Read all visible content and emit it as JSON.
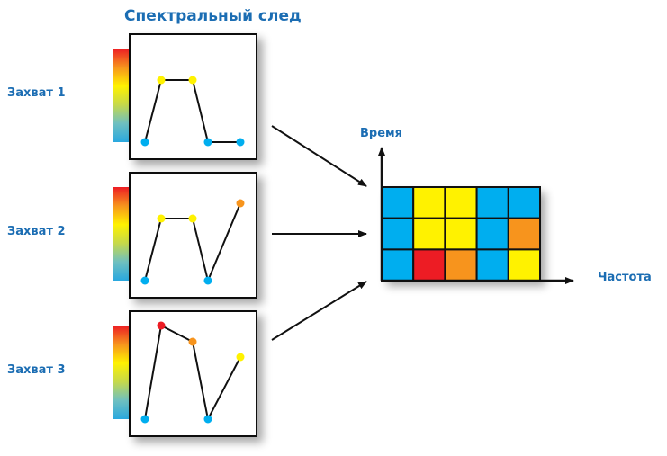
{
  "title": "Спектральный след",
  "axes": {
    "time_label": "Время",
    "frequency_label": "Частота"
  },
  "level_colors": {
    "0": "#00aeef",
    "2": "#fff200",
    "3": "#f7941d",
    "4": "#ed1c24"
  },
  "colorbar": [
    "#ed1c24",
    "#f7941d",
    "#fff200",
    "#c6d94a",
    "#6fc0c0",
    "#29a8df"
  ],
  "captures": [
    {
      "label": "Захват 1",
      "levels": [
        0,
        2,
        2,
        0,
        0
      ]
    },
    {
      "label": "Захват 2",
      "levels": [
        0,
        2,
        2,
        0,
        3
      ]
    },
    {
      "label": "Захват 3",
      "levels": [
        0,
        4,
        3,
        0,
        2
      ]
    }
  ]
}
